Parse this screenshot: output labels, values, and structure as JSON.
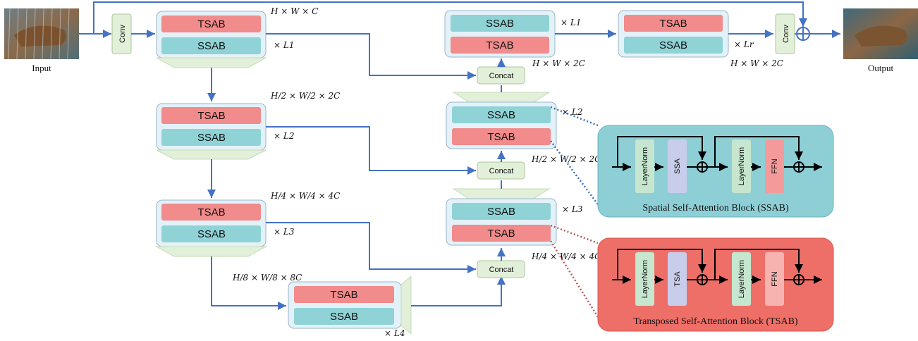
{
  "labels": {
    "input": "Input",
    "output": "Output",
    "conv": "Conv",
    "concat": "Concat",
    "tsab": "TSAB",
    "ssab": "SSAB",
    "layernorm": "LayerNorm",
    "ssa": "SSA",
    "tsa": "TSA",
    "ffn": "FFN"
  },
  "captions": {
    "ssab_block": "Spatial Self-Attention Block (SSAB)",
    "tsab_block": "Transposed Self-Attention Block (TSAB)"
  },
  "dims": {
    "d1": "H × W × C",
    "d2": "H/2 × W/2 × 2C",
    "d3": "H/4 × W/4 × 4C",
    "d4": "H/8 × W/8 × 8C",
    "d5": "H × W × 2C",
    "d6": "H/2 × W/2 × 2C",
    "d7": "H/4 × W/4 × 4C",
    "d8": "H × W × 2C"
  },
  "repeats": {
    "l1": "× L1",
    "l2": "× L2",
    "l3": "× L3",
    "l4": "× L4",
    "l1_dec": "× L1",
    "l2_dec": "× L2",
    "l3_dec": "× L3",
    "lr": "× Lr"
  },
  "colors": {
    "tsab_fill": "#f28b8b",
    "ssab_fill": "#8fd3d6",
    "container_fill": "#e3f1f8",
    "trap_fill": "#e2efd9",
    "arrow": "#4472c4",
    "ssab_panel": "#8ecfd6",
    "tsab_panel": "#ee6f68"
  }
}
